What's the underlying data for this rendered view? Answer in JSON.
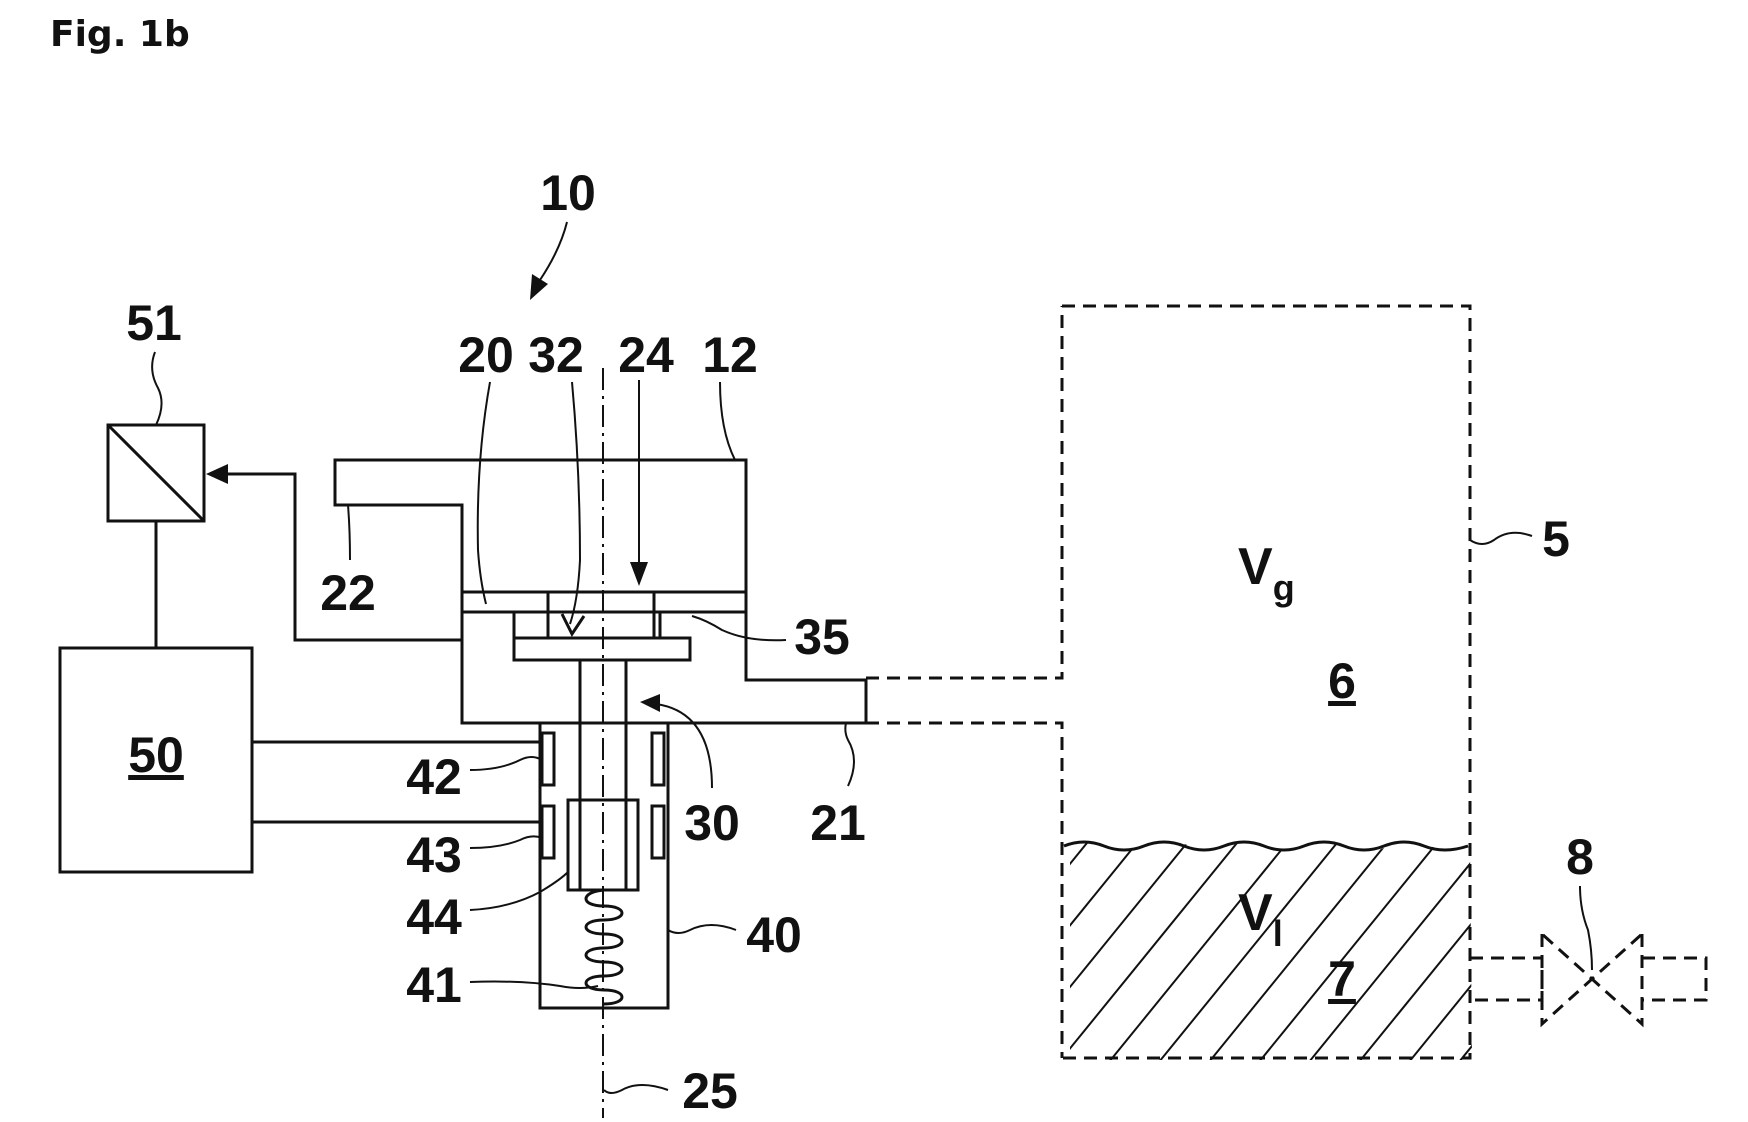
{
  "figure": {
    "title": "Fig. 1b"
  },
  "labels": {
    "l10": "10",
    "l51": "51",
    "l20": "20",
    "l32": "32",
    "l24": "24",
    "l12": "12",
    "l22": "22",
    "l35": "35",
    "l50": "50",
    "l42": "42",
    "l30": "30",
    "l21": "21",
    "l43": "43",
    "l44": "44",
    "l40": "40",
    "l41": "41",
    "l25": "25",
    "l5": "5",
    "l6": "6",
    "l7": "7",
    "l8": "8"
  },
  "symbols": {
    "gas_volume": "V",
    "gas_volume_sub": "g",
    "liquid_volume": "V",
    "liquid_volume_sub": "l"
  }
}
